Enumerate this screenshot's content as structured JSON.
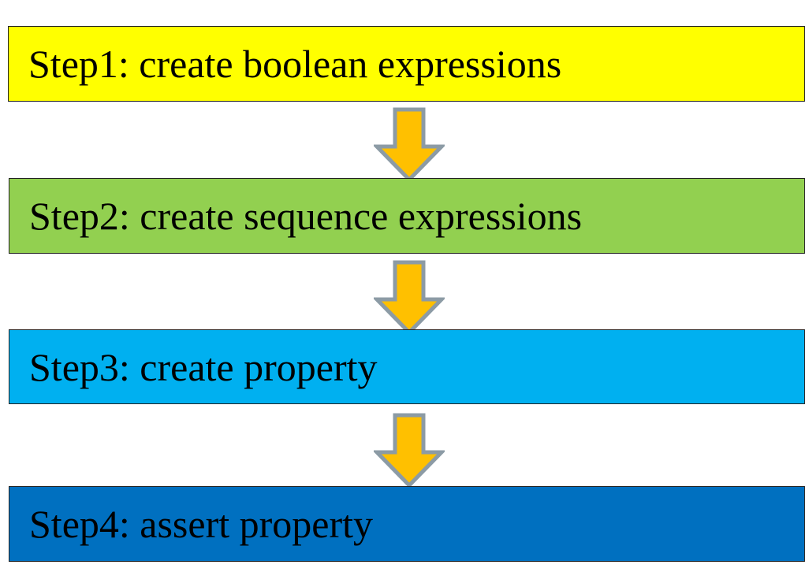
{
  "steps": [
    {
      "label": "Step1: create boolean expressions",
      "color": "#FFFF00"
    },
    {
      "label": "Step2: create sequence expressions",
      "color": "#92D050"
    },
    {
      "label": "Step3: create property",
      "color": "#00B0F0"
    },
    {
      "label": "Step4: assert property",
      "color": "#0070C0"
    }
  ],
  "arrow": {
    "fill": "#FFC000",
    "stroke": "#8C9BA5",
    "icon": "down-arrow-icon"
  }
}
